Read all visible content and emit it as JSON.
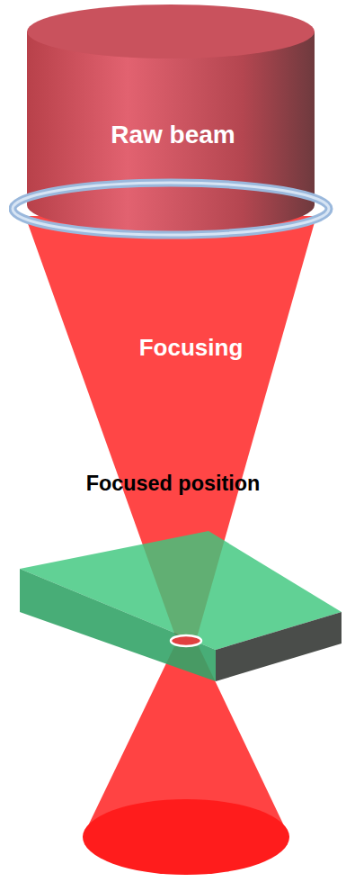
{
  "diagram": {
    "nodes": [
      {
        "text": [
          "Raw beam"
        ]
      },
      {
        "text": [
          "Focusing"
        ]
      }
    ],
    "labels": [
      "Focused position"
    ]
  }
}
